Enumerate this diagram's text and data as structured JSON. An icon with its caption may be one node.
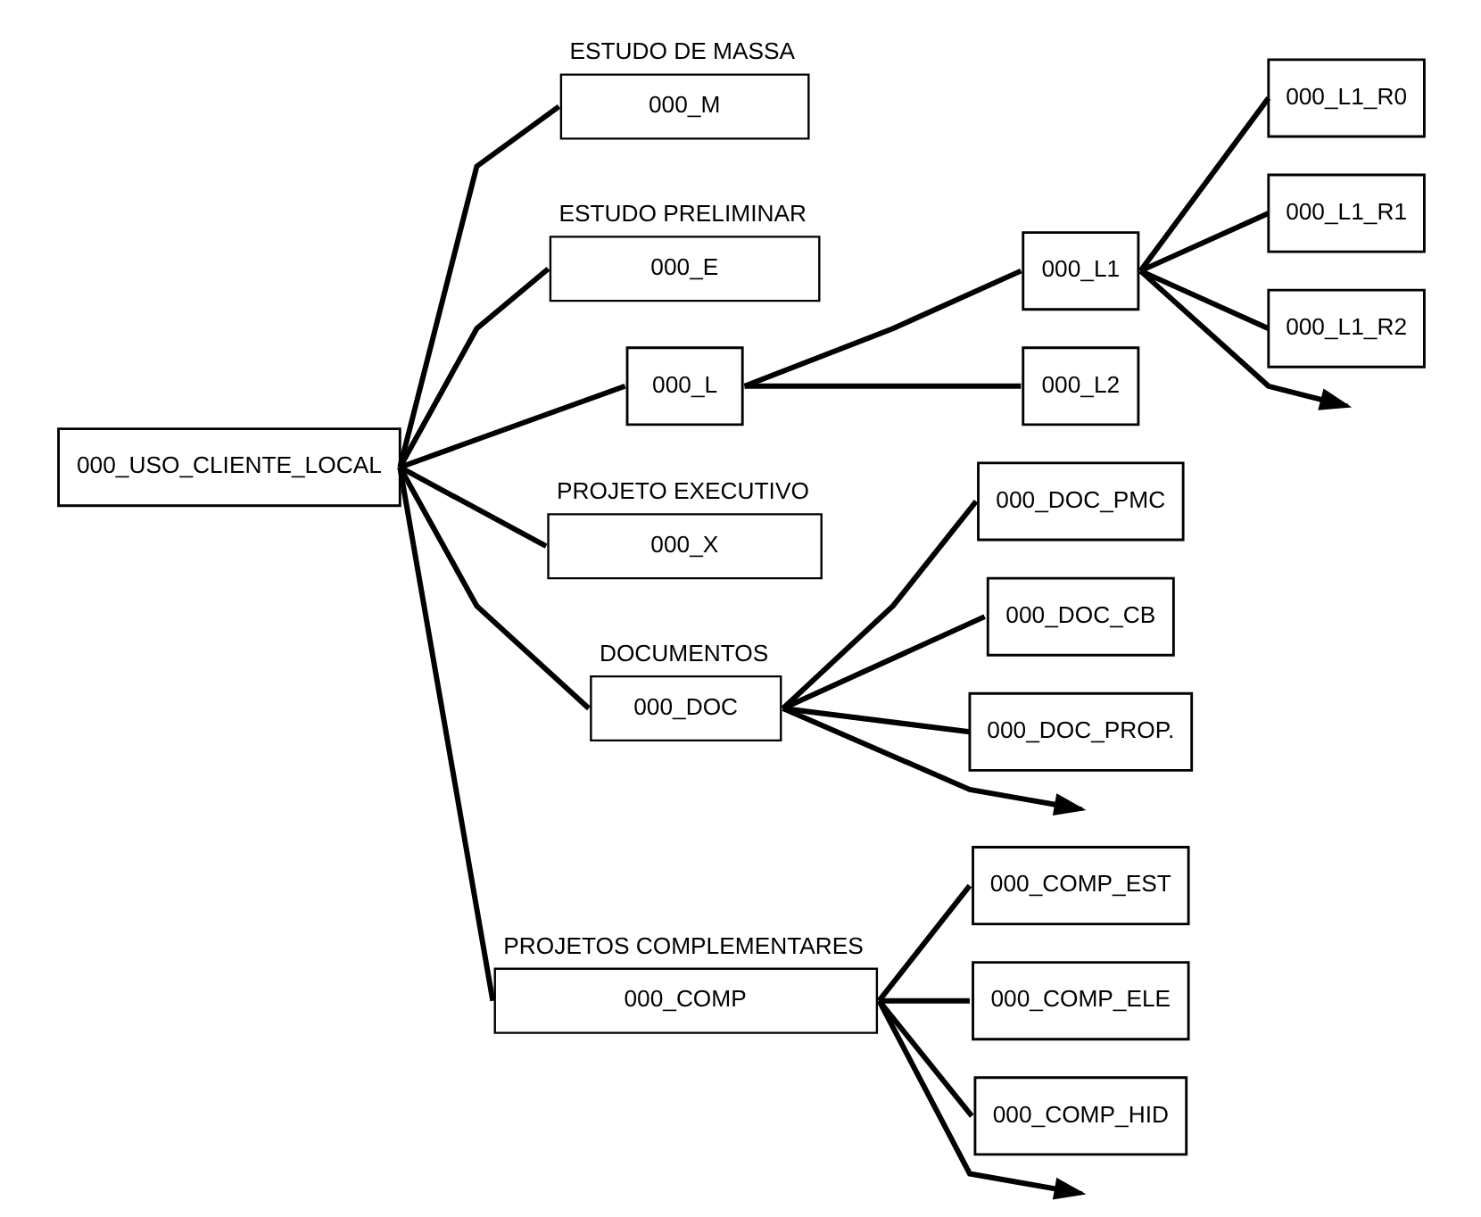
{
  "diagram": {
    "nodes": [
      {
        "text": [
          "000_USO_CLIENTE_LOCAL"
        ]
      },
      {
        "text": [
          "000_M"
        ],
        "beside": [
          "ESTUDO DE MASSA"
        ]
      },
      {
        "text": [
          "000_E"
        ],
        "beside": [
          "ESTUDO PRELIMINAR"
        ]
      },
      {
        "text": [
          "000_L"
        ]
      },
      {
        "text": [
          "000_L1"
        ]
      },
      {
        "text": [
          "000_L2"
        ]
      },
      {
        "text": [
          "000_L1_R0"
        ]
      },
      {
        "text": [
          "000_L1_R1"
        ]
      },
      {
        "text": [
          "000_L1_R2"
        ]
      },
      {
        "text": [
          "000_X"
        ],
        "beside": [
          "PROJETO EXECUTIVO"
        ]
      },
      {
        "text": [
          "000_DOC"
        ],
        "beside": [
          "DOCUMENTOS"
        ]
      },
      {
        "text": [
          "000_DOC_PMC"
        ]
      },
      {
        "text": [
          "000_DOC_CB"
        ]
      },
      {
        "text": [
          "000_DOC_PROP."
        ]
      },
      {
        "text": [
          "000_COMP"
        ],
        "beside": [
          "PROJETOS COMPLEMENTARES"
        ]
      },
      {
        "text": [
          "000_COMP_EST"
        ]
      },
      {
        "text": [
          "000_COMP_ELE"
        ]
      },
      {
        "text": [
          "000_COMP_HID"
        ]
      }
    ],
    "edges": [
      {
        "from": 0,
        "to": 1,
        "arrow": "none"
      },
      {
        "from": 0,
        "to": 2,
        "arrow": "none"
      },
      {
        "from": 0,
        "to": 3,
        "arrow": "none"
      },
      {
        "from": 3,
        "to": 4,
        "arrow": "none"
      },
      {
        "from": 3,
        "to": 5,
        "arrow": "none"
      },
      {
        "from": 4,
        "to": 6,
        "arrow": "none"
      },
      {
        "from": 4,
        "to": 7,
        "arrow": "none"
      },
      {
        "from": 4,
        "to": 8,
        "arrow": "none"
      },
      {
        "from": 4,
        "to": null,
        "arrow": "to"
      },
      {
        "from": 0,
        "to": 9,
        "arrow": "none"
      },
      {
        "from": 0,
        "to": 10,
        "arrow": "none"
      },
      {
        "from": 10,
        "to": 11,
        "arrow": "none"
      },
      {
        "from": 10,
        "to": 12,
        "arrow": "none"
      },
      {
        "from": 10,
        "to": 13,
        "arrow": "none"
      },
      {
        "from": 10,
        "to": null,
        "arrow": "to"
      },
      {
        "from": 0,
        "to": 14,
        "arrow": "none"
      },
      {
        "from": 14,
        "to": 15,
        "arrow": "none"
      },
      {
        "from": 14,
        "to": 16,
        "arrow": "none"
      },
      {
        "from": 14,
        "to": 17,
        "arrow": "none"
      },
      {
        "from": 14,
        "to": null,
        "arrow": "to"
      }
    ]
  }
}
